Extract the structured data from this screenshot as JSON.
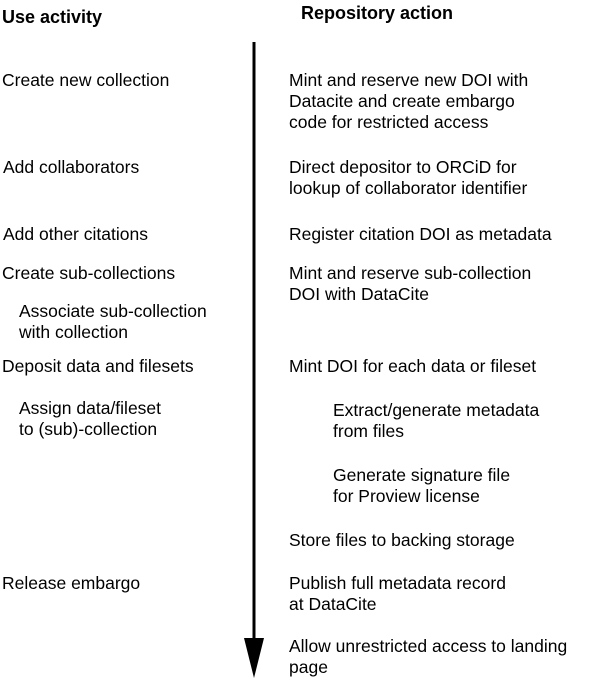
{
  "headers": {
    "use_activity": "Use activity",
    "repository_action": "Repository action"
  },
  "use_activities": [
    "Create new collection",
    "Add collaborators",
    "Add other citations",
    "Create sub-collections",
    "Associate sub-collection\nwith collection",
    "Deposit data and filesets",
    "Assign data/fileset\nto (sub)-collection",
    "Release embargo"
  ],
  "repository_actions": [
    "Mint and reserve new  DOI with\nDatacite and create embargo\ncode for restricted access",
    "Direct depositor to ORCiD for\nlookup of collaborator identifier",
    "Register citation DOI as metadata",
    "Mint and reserve sub-collection\nDOI with DataCite",
    "Mint DOI for each data or fileset",
    "Extract/generate metadata\nfrom files",
    "Generate signature file\nfor Proview license",
    "Store files to backing storage",
    "Publish full metadata record\nat DataCite",
    "Allow unrestricted access to landing\npage"
  ]
}
